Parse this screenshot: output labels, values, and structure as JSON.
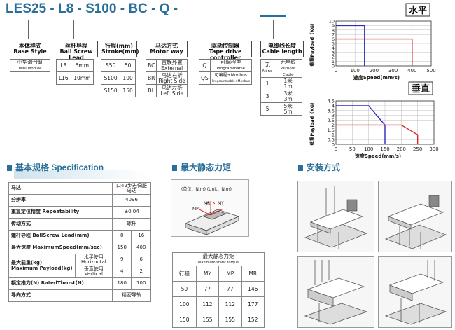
{
  "model": {
    "parts": [
      "LES25",
      "L8",
      "S100",
      "BC",
      "Q",
      ""
    ],
    "sep": "-"
  },
  "base_style": {
    "cn": "本体样式",
    "en": "Base Style",
    "row_cn": "小型滑台缸",
    "row_en": "Mini Module"
  },
  "screw_lead": {
    "cn": "丝杆导程",
    "en": "Ball Screw Lead",
    "rows": [
      [
        "L8",
        "5mm"
      ],
      [
        "L16",
        "10mm"
      ]
    ]
  },
  "stroke": {
    "cn": "行程(mm)",
    "en": "Stroke(mm)",
    "rows": [
      [
        "S50",
        "50"
      ],
      [
        "S100",
        "100"
      ],
      [
        "S150",
        "150"
      ]
    ]
  },
  "motor_way": {
    "cn": "马达方式",
    "en": "Motor way",
    "rows": [
      [
        "BC",
        "直联外置",
        "External"
      ],
      [
        "BR",
        "马达右折",
        "Right Side"
      ],
      [
        "BL",
        "马达左折",
        "Left Side"
      ]
    ]
  },
  "controller": {
    "cn": "驱动控制器",
    "en": "Tape drive controller",
    "rows": [
      [
        "Q",
        "可编程型",
        "Programmable"
      ],
      [
        "QS",
        "可编程+Modbus",
        "Programmable+Modbus"
      ]
    ]
  },
  "cable": {
    "cn": "电缆线长度",
    "en": "Cable length",
    "rows": [
      [
        "无",
        "None",
        "无电缆",
        "Without Cable"
      ],
      [
        "1",
        "",
        "1米",
        "1m"
      ],
      [
        "3",
        "",
        "3米",
        "3m"
      ],
      [
        "5",
        "",
        "5米",
        "5m"
      ]
    ]
  },
  "chart_data": [
    {
      "type": "line",
      "title": "水平",
      "ylabel": "载重Payload（KG）",
      "xlabel": "速度Speed(mm/s)",
      "xlim": [
        0,
        500
      ],
      "ylim": [
        0,
        10
      ],
      "xticks": [
        "0",
        "100",
        "200",
        "300",
        "400",
        "500"
      ],
      "yticks": [
        "0",
        "1",
        "2",
        "3",
        "4",
        "5",
        "6",
        "7",
        "8",
        "9",
        "10"
      ],
      "grid": true,
      "series": [
        {
          "color": "#2b2bb8",
          "x": [
            0,
            150,
            150
          ],
          "y": [
            9,
            9,
            0
          ]
        },
        {
          "color": "#d42a2a",
          "x": [
            0,
            400,
            400
          ],
          "y": [
            6,
            6,
            0
          ]
        }
      ]
    },
    {
      "type": "line",
      "title": "垂直",
      "ylabel": "载重Payload（KG）",
      "xlabel": "速度Speed(mm/s)",
      "xlim": [
        0,
        300
      ],
      "ylim": [
        0,
        4.5
      ],
      "xticks": [
        "0",
        "50",
        "100",
        "150",
        "200",
        "250",
        "300"
      ],
      "yticks": [
        "0",
        "0.5",
        "1",
        "1.5",
        "2",
        "2.5",
        "3",
        "3.5",
        "4",
        "4.5"
      ],
      "grid": true,
      "series": [
        {
          "color": "#2b2bb8",
          "x": [
            0,
            100,
            150,
            150
          ],
          "y": [
            4,
            4,
            2,
            0
          ]
        },
        {
          "color": "#d42a2a",
          "x": [
            0,
            200,
            250,
            250
          ],
          "y": [
            2,
            2,
            1,
            0
          ]
        }
      ]
    }
  ],
  "sections": {
    "spec": "基本规格  Specification",
    "torque": "最大静态力矩",
    "mount": "安装方式"
  },
  "spec_rows": [
    [
      "马达",
      "口42步进伺服马达"
    ],
    [
      "分辨率",
      "4096"
    ],
    [
      "重复定位精度          Repeatability",
      "±0.04"
    ],
    [
      "传动方式",
      "螺杆"
    ],
    [
      "螺杆导程 BallScrew Lead(mm)",
      "8",
      "16"
    ],
    [
      "最大速度 MaximumSpeed(mm/sec)",
      "150",
      "400"
    ],
    [
      "额定推力(N)    RatedThrust(N)",
      "180",
      "100"
    ],
    [
      "导向方式",
      "精密导轨"
    ]
  ],
  "spec_payload": {
    "label_cn": "最大载重(kg)",
    "label_en": "Maximum Payload(kg)",
    "h_cn": "水平使用",
    "h_en": "Horizontal",
    "h_vals": [
      "9",
      "6"
    ],
    "v_cn": "垂直使用",
    "v_en": "Vertical",
    "v_vals": [
      "4",
      "2"
    ]
  },
  "torque_diagram": {
    "unit": "(单位：N.m)    (Unit：N.m)",
    "labels": [
      "MR",
      "MY",
      "MP"
    ]
  },
  "torque_table": {
    "title_cn": "最大静态力矩",
    "title_en": "Maximum static torque",
    "headers": [
      "行程",
      "MY",
      "MP",
      "MR"
    ],
    "rows": [
      [
        "50",
        "77",
        "77",
        "146"
      ],
      [
        "100",
        "112",
        "112",
        "177"
      ],
      [
        "150",
        "155",
        "155",
        "152"
      ]
    ]
  }
}
